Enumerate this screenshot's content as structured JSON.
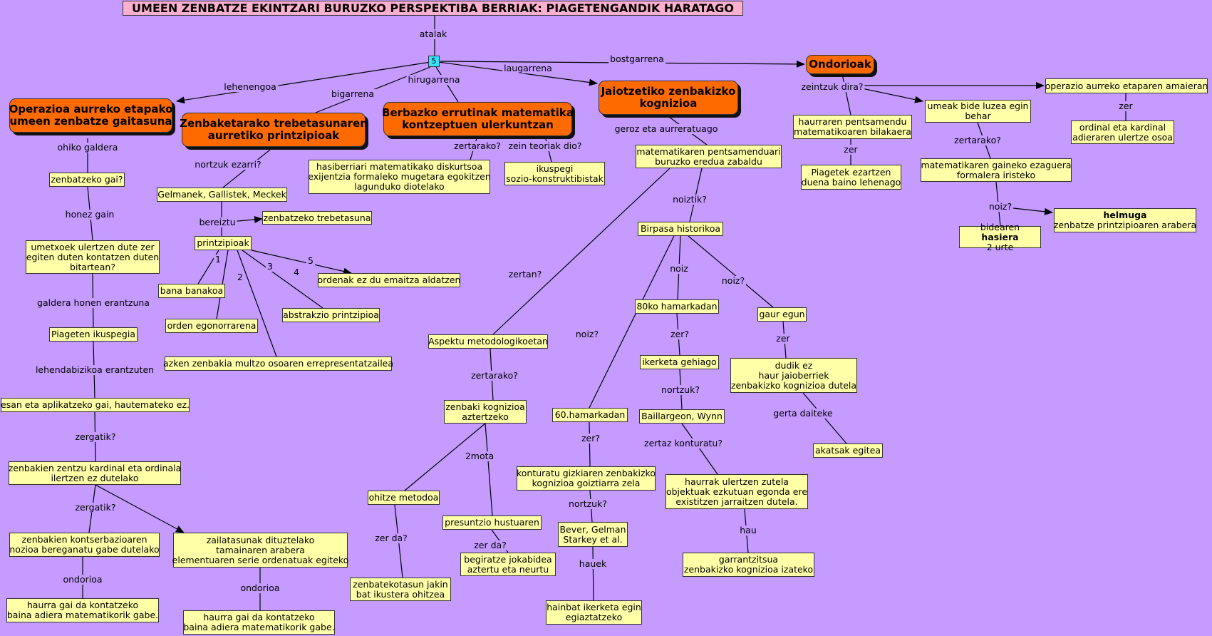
{
  "title": "UMEEN ZENBATZE EKINTZARI BURUZKO PERSPEKTIBA BERRIAK: PIAGETENGANDIK HARATAGO",
  "hub": "5",
  "main_concepts": {
    "m1": [
      "Operazioa aurreko etapako",
      "umeen zenbatze gaitasuna"
    ],
    "m2": [
      "Zenbaketarako trebetasunaren",
      "aurretiko printzipioak"
    ],
    "m3": [
      "Berbazko errutinak matematika",
      "kontzeptuen ulerkuntzan"
    ],
    "m4": [
      "Jaiotzetiko zenbakizko",
      "kognizioa"
    ],
    "m5": [
      "Ondorioak"
    ]
  },
  "concepts": {
    "c_gai": [
      "zenbatzeko gai?"
    ],
    "c_umetxo": [
      "umetxoek ulertzen dute zer",
      "egiten duten kontatzen duten",
      "bitartean?"
    ],
    "c_piaget": [
      "Piageten ikuspegia"
    ],
    "c_esan": [
      "esan eta aplikatzeko gai, hautemateko ez."
    ],
    "c_zentzu": [
      "zenbakien zentzu kardinal eta ordinala",
      "ilertzen ez dutelako"
    ],
    "c_kontser": [
      "zenbakien kontserbazioaren",
      "nozioa bereganatu gabe dutelako"
    ],
    "c_zailt": [
      "zailatasunak dituztelako",
      "tamainaren arabera",
      "elementuaren serie ordenatuak egiteko"
    ],
    "c_haurra1": [
      "haurra gai da kontatzeko",
      "baina adiera matematikorik gabe."
    ],
    "c_haurra2": [
      "haurra gai da kontatzeko",
      "baina adiera matematikorik gabe."
    ],
    "c_gelman": [
      "Gelmanek, Gallistek, Meckek"
    ],
    "c_trebe": [
      "zenbatzeko trebetasuna"
    ],
    "c_printz": [
      "printzipioak"
    ],
    "c_bana": [
      "bana banakoa"
    ],
    "c_orden": [
      "orden egonorrarena"
    ],
    "c_azken": [
      "azken zenbakia multzo osoaren errepresentatzailea"
    ],
    "c_abstr": [
      "abstrakzio printzipioa"
    ],
    "c_ordenak": [
      "ordenak ez du emaitza aldatzen"
    ],
    "c_hasib": [
      "hasiberriari matematikako diskurtsoa",
      "exijentzia formaleko mugetara egokitzen",
      "lagunduko diotelako"
    ],
    "c_ikusp": [
      "ikuspegi",
      "sozio-konstruktibistak"
    ],
    "c_matem": [
      "matematikaren pentsamenduari",
      "buruzko eredua zabaldu"
    ],
    "c_birpasa": [
      "Birpasa historikoa"
    ],
    "c_aspektu": [
      "Aspektu metodologikoetan"
    ],
    "c_zenbaki": [
      "zenbaki kognizioa",
      "aztertzeko"
    ],
    "c_ohitze": [
      "ohitze metodoa"
    ],
    "c_zenbatek": [
      "zenbatekotasun jakin",
      "bat ikustera ohitzea"
    ],
    "c_presunt": [
      "presuntzio hustuaren"
    ],
    "c_begir": [
      "begiratze jokabidea",
      "aztertu eta neurtu"
    ],
    "c_60": [
      "60.hamarkadan"
    ],
    "c_kontur": [
      "konturatu gizkiaren zenbakizko",
      "kognizioa goiztiarra zela"
    ],
    "c_bever": [
      "Bever, Gelman",
      "Starkey et al."
    ],
    "c_hainbat": [
      "hainbat ikerketa egin",
      "egiaztatzeko"
    ],
    "c_80": [
      "80ko hamarkadan"
    ],
    "c_iker": [
      "ikerketa gehiago"
    ],
    "c_baill": [
      "Baillargeon, Wynn"
    ],
    "c_haurrak": [
      "haurrak ulertzen zutela",
      "objektuak ezkutuan egonda ere",
      "existitzen jarraitzen dutela."
    ],
    "c_garr": [
      "garrantzitsua",
      "zenbakizko kognizioa izateko"
    ],
    "c_gaur": [
      "gaur egun"
    ],
    "c_dudik": [
      "dudik ez",
      "haur jaioberriek",
      "zenbakizko kognizioa dutela"
    ],
    "c_akats": [
      "akatsak egitea"
    ],
    "c_haurpen": [
      "haurraren pentsamendu",
      "matematikoaren bilakaera"
    ],
    "c_piagetek": [
      "Piagetek ezartzen",
      "duena baino lehenago"
    ],
    "c_umeak": [
      "umeak bide luzea egin",
      "behar"
    ],
    "c_matgain": [
      "matematikaren gaineko ezaguera",
      "formalera iristeko"
    ],
    "c_hasiera_pre": "bidearen ",
    "c_hasiera_bold": "hasiera",
    "c_hasiera_l2": "2 urte",
    "c_helmuga_bold": "helmuga",
    "c_helmuga_l2": "zenbatze printzipioaren arabera",
    "c_operaz": [
      "operazio aurreko etaparen amaieran"
    ],
    "c_ordinal": [
      "ordinal eta kardinal",
      "adieraren ulertze osoa"
    ]
  },
  "link_labels": {
    "atalak": "atalak",
    "lehenengoa": "lehenengoa",
    "bigarrena": "bigarrena",
    "hirugarrena": "hirugarrena",
    "laugarrena": "laugarrena",
    "bostgarrena": "bostgarrena",
    "ohiko": "ohiko galdera",
    "honez": "honez gain",
    "galdera_er": "galdera honen erantzuna",
    "lehendab": "lehendabizikoa erantzuten",
    "zergatik1": "zergatik?",
    "zergatik2": "zergatik?",
    "ondorioa1": "ondorioa",
    "ondorioa2": "ondorioa",
    "nortzuk_ez": "nortzuk ezarri?",
    "bereiztu": "bereiztu",
    "n1": "1",
    "n2": "2",
    "n3": "3",
    "n4": "4",
    "n5": "5",
    "zertarako1": "zertarako?",
    "zein": "zein teoriak dio?",
    "geroz": "geroz eta aurreratuago",
    "noiztik": "noiztik?",
    "zertan": "zertan?",
    "zertarako2": "zertarako?",
    "mota": "2mota",
    "zerda1": "zer da?",
    "zerda2": "zer da?",
    "noiz_q": "noiz?",
    "noiz": "noiz",
    "noiz2": "noiz?",
    "zer_60": "zer?",
    "nortzuk1": "nortzuk?",
    "hauek": "hauek",
    "zer_80": "zer?",
    "nortzuk2": "nortzuk?",
    "zertaz": "zertaz konturatu?",
    "hau": "hau",
    "zer_gaur": "zer",
    "gerta": "gerta daiteke",
    "zeintzuk": "zeintzuk dira?",
    "zer_ond": "zer",
    "zertarako3": "zertarako?",
    "noiz_h": "noiz?",
    "zer_op": "zer"
  },
  "colors": {
    "background": "#c59bff",
    "concept": "#ffffa8",
    "main_concept": "#ff6a00",
    "title": "#ffb0d0",
    "hub": "#36e2ff"
  }
}
